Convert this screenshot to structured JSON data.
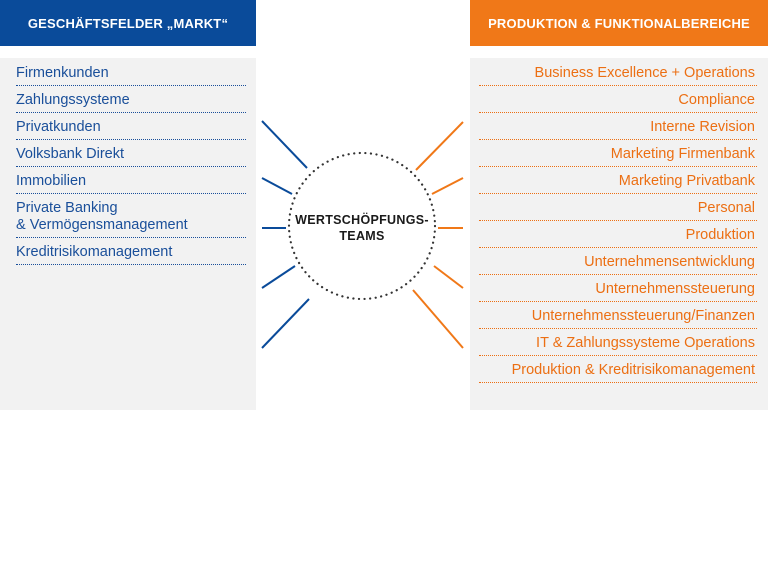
{
  "left_header": "GESCHÄFTSFELDER „MARKT“",
  "right_header": "PRODUKTION & FUNKTIONALBEREICHE",
  "left_items": [
    {
      "lines": [
        "Firmenkunden"
      ]
    },
    {
      "lines": [
        "Zahlungssysteme"
      ]
    },
    {
      "lines": [
        "Privatkunden"
      ]
    },
    {
      "lines": [
        "Volksbank Direkt"
      ]
    },
    {
      "lines": [
        "Immobilien"
      ]
    },
    {
      "lines": [
        "Private Banking",
        "& Vermögensmanagement"
      ]
    },
    {
      "lines": [
        "Kreditrisikomanagement"
      ]
    }
  ],
  "right_items": [
    "Business Excellence + Operations",
    "Compliance",
    "Interne Revision",
    "Marketing Firmenbank",
    "Marketing Privatbank",
    "Personal",
    "Produktion",
    "Unternehmensentwicklung",
    "Unternehmenssteuerung",
    "Unternehmenssteuerung/Finanzen",
    "IT & Zahlungssysteme Operations",
    "Produktion & Kreditrisikomanagement"
  ],
  "center_label": [
    "WERTSCHÖPFUNGS-",
    "TEAMS"
  ],
  "colors": {
    "left_accent": "#0a4b9a",
    "right_accent": "#f07818",
    "circle_dots": "#333333"
  }
}
